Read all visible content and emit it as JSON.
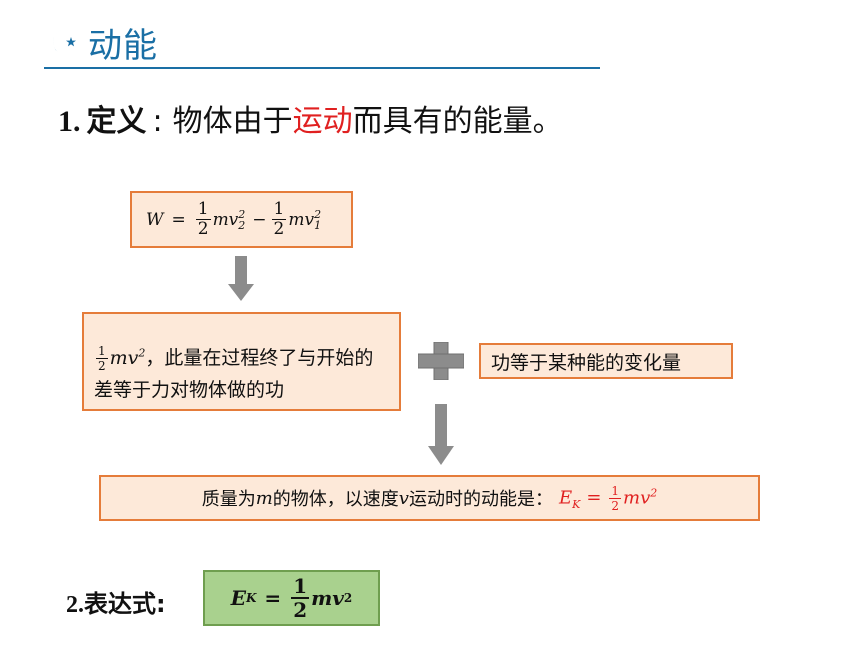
{
  "header": {
    "title": "动能",
    "icon": "crescent-star-icon",
    "accent": "#1a6fa5"
  },
  "definition": {
    "number": "1.",
    "label": "定义",
    "colon": ":",
    "text_before": "物体由于",
    "highlight": "运动",
    "text_after": "而具有的能量。"
  },
  "work_formula": {
    "lhs": "W",
    "equals": "=",
    "frac_num": "1",
    "frac_den": "2",
    "term1": "mv",
    "sup1": "2",
    "sub1": "2",
    "minus": "−",
    "term2": "mv",
    "sup2": "2",
    "sub2": "1"
  },
  "kinetic_note": {
    "frac_num": "1",
    "frac_den": "2",
    "term": "mv",
    "sup": "2",
    "text": "，此量在过程终了与开始的差等于力对物体做的功"
  },
  "work_energy": {
    "text": "功等于某种能的变化量"
  },
  "conclusion": {
    "text_a": "质量为",
    "var_m": "m",
    "text_b": "的物体，以速度",
    "var_v": "v",
    "text_c": "运动时的动能是：",
    "formula_lhs": "E",
    "formula_sub": "K",
    "formula_eq": "=",
    "frac_num": "1",
    "frac_den": "2",
    "formula_term": "mv",
    "formula_sup": "2"
  },
  "expression": {
    "number": "2.",
    "label": "表达式:",
    "lhs": "E",
    "sub": "K",
    "eq": "=",
    "frac_num": "1",
    "frac_den": "2",
    "term": "mv",
    "sup": "2"
  },
  "colors": {
    "box_fill": "#fde9d9",
    "box_border": "#e57c3a",
    "result_fill": "#a9d18e",
    "highlight": "#e02020",
    "arrow": "#8c8c8c"
  }
}
